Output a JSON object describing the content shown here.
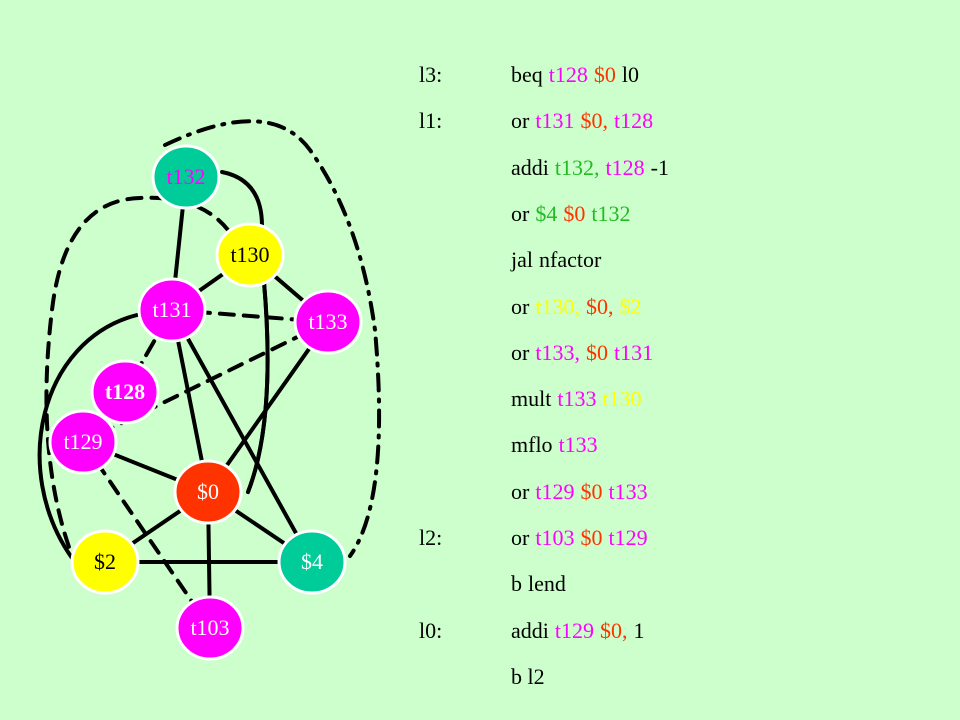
{
  "colors": {
    "background": "#ccffcc",
    "magenta": "#ff00ff",
    "yellow": "#ffff00",
    "teal": "#00cc99",
    "red": "#ff3300",
    "green": "#22bb22",
    "black": "#000000"
  },
  "graph": {
    "nodes": [
      {
        "id": "t132",
        "label": "t132",
        "fill": "#00cc99",
        "text": "#ff00ff"
      },
      {
        "id": "t130",
        "label": "t130",
        "fill": "#ffff00",
        "text": "#000000"
      },
      {
        "id": "t131",
        "label": "t131",
        "fill": "#ff00ff",
        "text": "#ffffff"
      },
      {
        "id": "t133",
        "label": "t133",
        "fill": "#ff00ff",
        "text": "#ffffff"
      },
      {
        "id": "t128",
        "label": "t128",
        "fill": "#ff00ff",
        "text": "#ffffff",
        "bold": true
      },
      {
        "id": "t129",
        "label": "t129",
        "fill": "#ff00ff",
        "text": "#ffffff"
      },
      {
        "id": "$0",
        "label": "$0",
        "fill": "#ff3300",
        "text": "#ffffff"
      },
      {
        "id": "$2",
        "label": "$2",
        "fill": "#ffff00",
        "text": "#000000"
      },
      {
        "id": "$4",
        "label": "$4",
        "fill": "#00cc99",
        "text": "#ffffff"
      },
      {
        "id": "t103",
        "label": "t103",
        "fill": "#ff00ff",
        "text": "#ffffff"
      }
    ],
    "edges": [
      {
        "from": "t132",
        "to": "t131",
        "style": "solid"
      },
      {
        "from": "t130",
        "to": "t131",
        "style": "solid"
      },
      {
        "from": "t130",
        "to": "t133",
        "style": "solid"
      },
      {
        "from": "t130",
        "to": "$0",
        "style": "solid"
      },
      {
        "from": "t131",
        "to": "$0",
        "style": "solid"
      },
      {
        "from": "t131",
        "to": "$4",
        "style": "solid"
      },
      {
        "from": "t133",
        "to": "$0",
        "style": "solid"
      },
      {
        "from": "t129",
        "to": "$0",
        "style": "solid"
      },
      {
        "from": "$0",
        "to": "$2",
        "style": "solid"
      },
      {
        "from": "$0",
        "to": "$4",
        "style": "solid"
      },
      {
        "from": "$0",
        "to": "t103",
        "style": "solid"
      },
      {
        "from": "$2",
        "to": "$4",
        "style": "solid"
      },
      {
        "from": "t132",
        "to": "t130",
        "style": "solid-curve"
      },
      {
        "from": "t130",
        "to": "$0",
        "style": "solid-curve"
      },
      {
        "from": "t131",
        "to": "$2",
        "style": "solid-curve"
      },
      {
        "from": "t131",
        "to": "t133",
        "style": "dashed"
      },
      {
        "from": "t133",
        "to": "t129",
        "style": "dashed"
      },
      {
        "from": "t129",
        "to": "t103",
        "style": "dashed"
      },
      {
        "from": "t130",
        "to": "$2",
        "style": "dashed-curve"
      },
      {
        "from": "t131",
        "to": "t128",
        "style": "dashdot"
      },
      {
        "from": "t132",
        "to": "$4",
        "style": "dashdot-curve"
      }
    ]
  },
  "code": [
    {
      "label": "l3:",
      "tokens": [
        {
          "t": "beq",
          "c": "#000000"
        },
        {
          "t": "t128",
          "c": "#ff00ff"
        },
        {
          "t": "$0",
          "c": "#ff3300"
        },
        {
          "t": "l0",
          "c": "#000000"
        }
      ]
    },
    {
      "label": "l1:",
      "tokens": [
        {
          "t": "or",
          "c": "#000000"
        },
        {
          "t": "t131",
          "c": "#ff00ff"
        },
        {
          "t": "$0,",
          "c": "#ff3300"
        },
        {
          "t": "t128",
          "c": "#ff00ff"
        }
      ]
    },
    {
      "label": "",
      "tokens": [
        {
          "t": "addi",
          "c": "#000000"
        },
        {
          "t": "t132,",
          "c": "#22bb22"
        },
        {
          "t": "t128",
          "c": "#ff00ff"
        },
        {
          "t": "-1",
          "c": "#000000"
        }
      ]
    },
    {
      "label": "",
      "tokens": [
        {
          "t": "or",
          "c": "#000000"
        },
        {
          "t": "$4",
          "c": "#22bb22"
        },
        {
          "t": "$0",
          "c": "#ff3300"
        },
        {
          "t": "t132",
          "c": "#22bb22"
        }
      ]
    },
    {
      "label": "",
      "tokens": [
        {
          "t": "jal",
          "c": "#000000"
        },
        {
          "t": "nfactor",
          "c": "#000000"
        }
      ]
    },
    {
      "label": "",
      "tokens": [
        {
          "t": "or",
          "c": "#000000"
        },
        {
          "t": "t130,",
          "c": "#ffff00"
        },
        {
          "t": "$0,",
          "c": "#ff3300"
        },
        {
          "t": "$2",
          "c": "#ffff00"
        }
      ]
    },
    {
      "label": "",
      "tokens": [
        {
          "t": "or",
          "c": "#000000"
        },
        {
          "t": "t133,",
          "c": "#ff00ff"
        },
        {
          "t": "$0",
          "c": "#ff3300"
        },
        {
          "t": "t131",
          "c": "#ff00ff"
        }
      ]
    },
    {
      "label": "",
      "tokens": [
        {
          "t": "mult",
          "c": "#000000"
        },
        {
          "t": "t133",
          "c": "#ff00ff"
        },
        {
          "t": "t130",
          "c": "#ffff00"
        }
      ]
    },
    {
      "label": "",
      "tokens": [
        {
          "t": "mflo",
          "c": "#000000"
        },
        {
          "t": "t133",
          "c": "#ff00ff"
        }
      ]
    },
    {
      "label": "",
      "tokens": [
        {
          "t": "or",
          "c": "#000000"
        },
        {
          "t": "t129",
          "c": "#ff00ff"
        },
        {
          "t": "$0",
          "c": "#ff3300"
        },
        {
          "t": "t133",
          "c": "#ff00ff"
        }
      ]
    },
    {
      "label": "l2:",
      "tokens": [
        {
          "t": "or",
          "c": "#000000"
        },
        {
          "t": "t103",
          "c": "#ff00ff"
        },
        {
          "t": "$0",
          "c": "#ff3300"
        },
        {
          "t": "t129",
          "c": "#ff00ff"
        }
      ]
    },
    {
      "label": "",
      "tokens": [
        {
          "t": "b",
          "c": "#000000"
        },
        {
          "t": "lend",
          "c": "#000000"
        }
      ]
    },
    {
      "label": "l0:",
      "tokens": [
        {
          "t": "addi",
          "c": "#000000"
        },
        {
          "t": "t129",
          "c": "#ff00ff"
        },
        {
          "t": "$0,",
          "c": "#ff3300"
        },
        {
          "t": "1",
          "c": "#000000"
        }
      ]
    },
    {
      "label": "",
      "tokens": [
        {
          "t": "b l2",
          "c": "#000000"
        }
      ]
    }
  ]
}
